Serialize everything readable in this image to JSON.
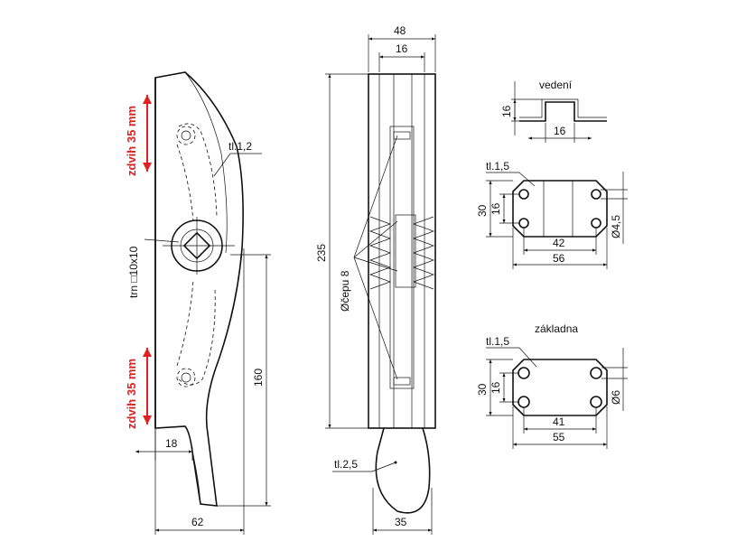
{
  "colors": {
    "ink": "#111111",
    "accent": "#e02020",
    "background": "#ffffff"
  },
  "left_view": {
    "stroke_label": "zdvih 35 mm",
    "thickness_label": "tl.1,2",
    "pin_label": "trn □10x10",
    "dim_18": "18",
    "dim_160": "160",
    "dim_62": "62"
  },
  "middle_view": {
    "dim_48": "48",
    "dim_16": "16",
    "dim_235": "235",
    "pin_label": "Øčepu 8",
    "thickness_label": "tl.2,5",
    "dim_35": "35"
  },
  "guide": {
    "title": "vedení",
    "dim_height": "16",
    "dim_width": "16"
  },
  "plate1": {
    "thickness_label": "tl.1,5",
    "dim_30": "30",
    "dim_16": "16",
    "dim_hole": "Ø4,5",
    "dim_42": "42",
    "dim_56": "56"
  },
  "plate2": {
    "title": "základna",
    "thickness_label": "tl.1,5",
    "dim_30": "30",
    "dim_16": "16",
    "dim_hole": "Ø6",
    "dim_41": "41",
    "dim_55": "55"
  }
}
